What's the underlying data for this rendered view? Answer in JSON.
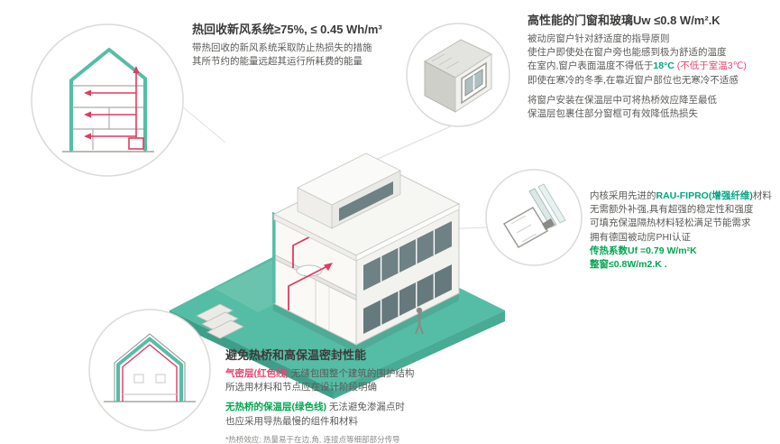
{
  "colors": {
    "teal_illustration": "#4fb9a2",
    "teal_text": "#00a583",
    "green_text": "#00a651",
    "red_accent": "#e5456f",
    "dark_text": "#3b3b3a"
  },
  "ventilation": {
    "title": "热回收新风系统≥75%, ≤ 0.45 Wh/m³",
    "line1": "带热回收的新风系统采取防止热损失的措施",
    "line2": "其所节约的能量远超其运行所耗费的能量"
  },
  "windows": {
    "title": "高性能的门窗和玻璃Uw ≤0.8 W/m².K",
    "line1": "被动房窗户针对舒适度的指导原则",
    "line2": "使住户即使处在窗户旁也能感到极为舒适的温度",
    "line3_pre": "在室内,窗户表面温度不得低于",
    "line3_temp": "18°C",
    "line3_note": " (不低于室温3℃)",
    "line4": "即使在寒冷的冬季,在靠近窗户部位也无寒冷不适感",
    "line5": "将窗户安装在保温层中可将热桥效应降至最低",
    "line6": "保温层包裹住部分窗框可有效降低热损失"
  },
  "profile": {
    "line1_pre": "内核采用先进的",
    "line1_brand": "RAU-FIPRO(增强纤维)",
    "line1_post": "材料",
    "line2": "无需额外补强,具有超强的稳定性和强度",
    "line3": "可填充保温隔热材料轻松满足节能需求",
    "line4": "拥有德国被动房PHI认证",
    "value1": "传热系数Uf =0.79 W/m²K",
    "value2": "整窗≤0.8W/m2.K ."
  },
  "thermal": {
    "title": "避免热桥和高保温密封性能",
    "p1_label": "气密层(红色线)",
    "p1_rest": " 无缝包围整个建筑的围护结构",
    "p1_line2": "所选用材料和节点应在设计阶段明确",
    "p2_label": "无热桥的保温层(绿色线)",
    "p2_rest": " 无法避免渗漏点时",
    "p2_line2": "也应采用导热最慢的组件和材料",
    "footnote": "*热桥效应: 热量易于在边,角, 连接点等细部部分传导"
  }
}
